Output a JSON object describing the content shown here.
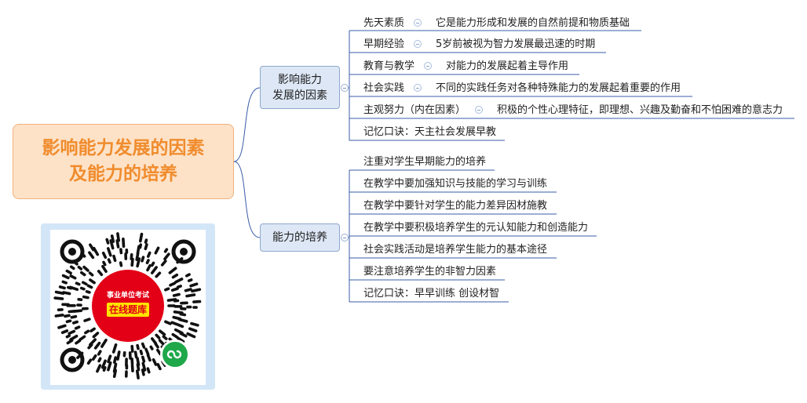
{
  "root": {
    "line1": "影响能力发展的因素",
    "line2": "及能力的培养"
  },
  "branches": [
    {
      "line1": "影响能力",
      "line2": "发展的因素",
      "items": [
        {
          "text": "先天素质",
          "note": "它是能力形成和发展的自然前提和物质基础"
        },
        {
          "text": "早期经验",
          "note": "5岁前被视为智力发展最迅速的时期"
        },
        {
          "text": "教育与教学",
          "note": "对能力的发展起着主导作用"
        },
        {
          "text": "社会实践",
          "note": "不同的实践任务对各种特殊能力的发展起着重要的作用"
        },
        {
          "text": "主观努力（内在因素）",
          "note": "积极的个性心理特征，即理想、兴趣及勤奋和不怕困难的意志力"
        },
        {
          "text": "记忆口诀：天主社会发展早教",
          "note": ""
        }
      ]
    },
    {
      "line1": "能力的培养",
      "line2": "",
      "items": [
        {
          "text": "注重对学生早期能力的培养",
          "note": ""
        },
        {
          "text": "在教学中要加强知识与技能的学习与训练",
          "note": ""
        },
        {
          "text": "在教学中要针对学生的能力差异因材施教",
          "note": ""
        },
        {
          "text": "在教学中要积极培养学生的元认知能力和创造能力",
          "note": ""
        },
        {
          "text": "社会实践活动是培养学生能力的基本途径",
          "note": ""
        },
        {
          "text": "要注意培养学生的非智力因素",
          "note": ""
        },
        {
          "text": "记忆口诀：早早训练 创设材智",
          "note": ""
        }
      ]
    }
  ],
  "qr": {
    "badge_top": "事业单位考试",
    "badge_bottom": "在线题库",
    "icon": "mini-program-icon"
  },
  "colors": {
    "root_fill": "#fde2c8",
    "root_text": "#f08c2d",
    "branch_fill": "#dde7f5",
    "line": "#3a5ca8",
    "badge_red": "#e30016",
    "badge_yellow": "#ffe400",
    "mp_green": "#1ea84a"
  }
}
